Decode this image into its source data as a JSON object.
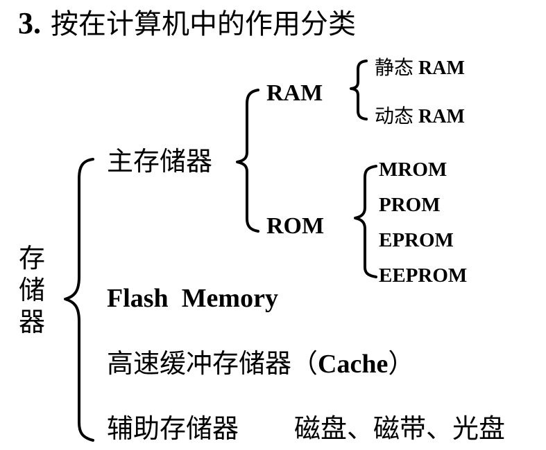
{
  "title": {
    "number": "3.",
    "text": "按在计算机中的作用分类"
  },
  "tree": {
    "root": [
      "存",
      "储",
      "器"
    ],
    "main_memory": {
      "label": "主存储器",
      "ram": {
        "label": "RAM",
        "children": [
          {
            "cjk": "静态",
            "lat": "RAM"
          },
          {
            "cjk": "动态",
            "lat": "RAM"
          }
        ]
      },
      "rom": {
        "label": "ROM",
        "children": [
          "MROM",
          "PROM",
          "EPROM",
          "EEPROM"
        ]
      }
    },
    "flash": {
      "label": "Flash  Memory"
    },
    "cache": {
      "cjk": "高速缓冲存储器（",
      "lat": "Cache",
      "close": "）"
    },
    "auxiliary": {
      "label": "辅助存储器",
      "examples": "磁盘、磁带、光盘"
    }
  }
}
